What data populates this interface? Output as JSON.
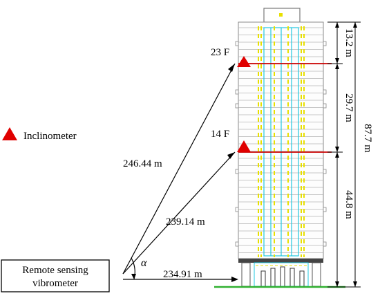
{
  "legend": {
    "marker_label": "Inclinometer",
    "marker_color": "#e00000"
  },
  "floors": {
    "upper": "23 F",
    "lower": "14 F"
  },
  "distances": {
    "to_23f": "246.44 m",
    "to_14f": "239.14 m",
    "horizontal": "234.91 m"
  },
  "angle_label": "α",
  "device": {
    "line1": "Remote sensing",
    "line2": "vibrometer"
  },
  "heights": {
    "top_segment": "13.2 m",
    "middle_segment": "29.7 m",
    "bottom_segment": "44.8 m",
    "total": "87.7 m"
  },
  "colors": {
    "building_line": "#8a8a8a",
    "core_cyan": "#22c8e0",
    "column_yellow": "#e8e000",
    "floor_marker_red": "#cc0000",
    "ground_green": "#30b030"
  }
}
